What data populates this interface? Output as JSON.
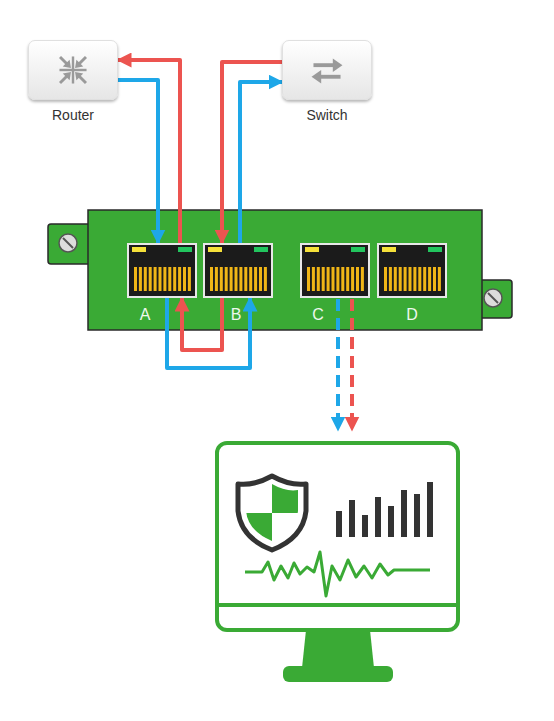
{
  "diagram": {
    "nodes": [
      {
        "text": [
          "Router"
        ]
      },
      {
        "text": [
          "Switch"
        ]
      },
      {
        "text": [
          "A"
        ]
      },
      {
        "text": [
          "B"
        ]
      },
      {
        "text": [
          "C"
        ]
      },
      {
        "text": [
          "D"
        ]
      }
    ],
    "edges": [
      {
        "from": 0,
        "to": 2,
        "arrow": "to"
      },
      {
        "from": 2,
        "to": 0,
        "arrow": "to"
      },
      {
        "from": 1,
        "to": 3,
        "arrow": "to"
      },
      {
        "from": 3,
        "to": 1,
        "arrow": "to"
      },
      {
        "from": 2,
        "to": 3,
        "arrow": "to"
      },
      {
        "from": 3,
        "to": 2,
        "arrow": "to"
      }
    ]
  }
}
